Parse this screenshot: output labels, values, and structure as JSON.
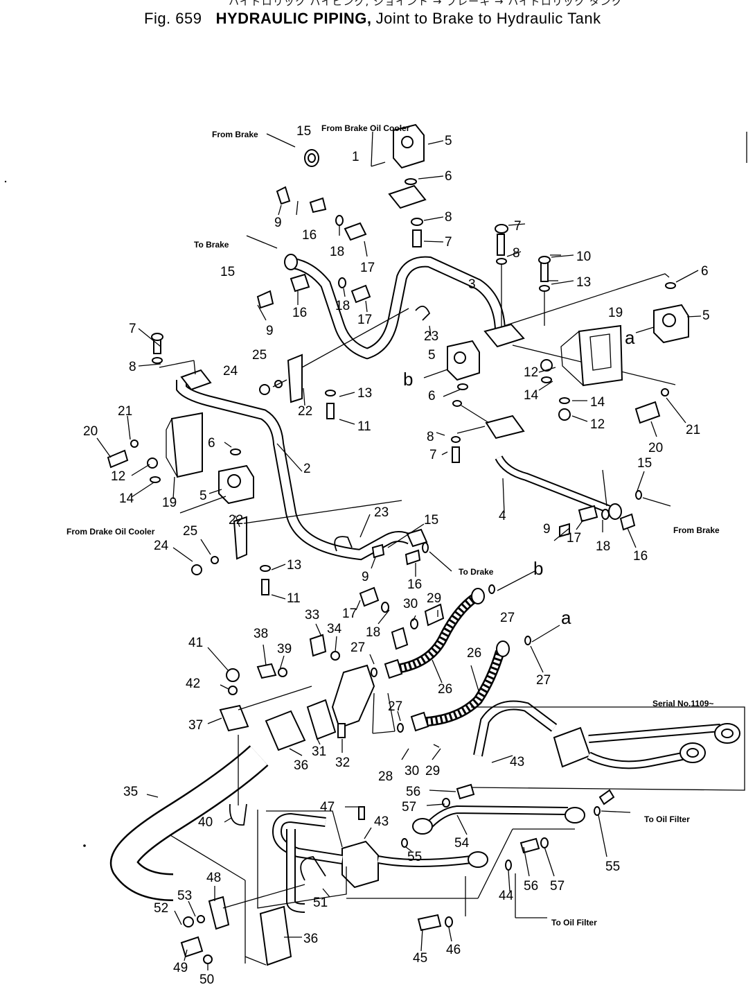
{
  "header": {
    "jp_title": "ハイドロリック パイピング, ジョイント → ブレーキ → ハイドロリック タンク",
    "fig_label": "Fig. 659",
    "title_bold": "HYDRAULIC PIPING,",
    "title_rest": "Joint to Brake to Hydraulic Tank"
  },
  "annotations": {
    "from_brake": "From Brake",
    "from_brake_oil_cooler": "From Brake Oil Cooler",
    "to_brake": "To Brake",
    "from_drake_oil_cooler": "From Drake Oil Cooler",
    "to_drake": "To Drake",
    "from_brake_right": "From Brake",
    "serial": "Serial No.1109~",
    "to_oil_filter": "To Oil Filter"
  },
  "callouts": [
    "1",
    "2",
    "3",
    "4",
    "5",
    "6",
    "7",
    "8",
    "9",
    "10",
    "11",
    "12",
    "13",
    "14",
    "15",
    "16",
    "17",
    "18",
    "19",
    "20",
    "21",
    "22",
    "23",
    "24",
    "25",
    "26",
    "27",
    "28",
    "29",
    "30",
    "31",
    "32",
    "33",
    "34",
    "35",
    "36",
    "37",
    "38",
    "39",
    "40",
    "41",
    "42",
    "43",
    "44",
    "45",
    "46",
    "47",
    "48",
    "49",
    "50",
    "51",
    "52",
    "53",
    "54",
    "55",
    "56",
    "57",
    "a",
    "b"
  ]
}
